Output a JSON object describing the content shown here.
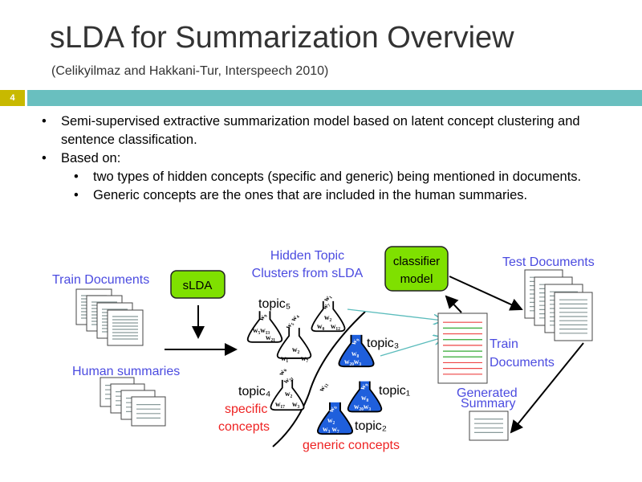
{
  "slide": {
    "title": "sLDA for Summarization Overview",
    "subtitle": "(Celikyilmaz and Hakkani-Tur, Interspeech 2010)",
    "number": "4",
    "bullets": [
      {
        "level": 1,
        "text": "Semi-supervised extractive summarization model based on latent concept clustering and sentence classification."
      },
      {
        "level": 1,
        "text": "Based on:"
      },
      {
        "level": 2,
        "text": "two types of hidden concepts (specific and generic) being mentioned in documents."
      },
      {
        "level": 2,
        "text": "Generic concepts are the ones that are included in the human summaries."
      }
    ],
    "colors": {
      "title": "#333333",
      "slide_number_bg": "#c8b900",
      "header_bar": "#69bfbf",
      "label_blue": "#4b4be0",
      "label_red": "#ee2222",
      "box_green": "#7fe000",
      "flask_blue": "#1f5fdc",
      "link_teal": "#5bbcbc"
    }
  },
  "diagram": {
    "train_documents": "Train Documents",
    "human_summaries": "Human summaries",
    "slda": "sLDA",
    "hidden_topic_1": "Hidden Topic",
    "hidden_topic_2": "Clusters from sLDA",
    "classifier_1": "classifier",
    "classifier_2": "model",
    "test_documents": "Test Documents",
    "train_docs_1": "Train",
    "train_docs_2": "Documents",
    "generated_1": "Generated",
    "generated_2": "Summary",
    "specific_1": "specific",
    "specific_2": "concepts",
    "generic": "generic concepts",
    "topics": {
      "t5": "topic₅",
      "t3": "topic₃",
      "t1": "topic₁",
      "t2": "topic₂",
      "t4": "topic₄"
    },
    "words": {
      "a": [
        "w₉",
        "w₅w₁₃",
        "w₂₁"
      ],
      "b": [
        "w₁",
        "w₇",
        "w₂",
        "w₀",
        "w₁₂"
      ],
      "c": [
        "w₅ w₄",
        "w₂",
        "w₁",
        "w₇"
      ],
      "d": [
        "w₀",
        "w₃₁",
        "w₂",
        "w₁₇",
        "w₃"
      ],
      "e": [
        "w₉",
        "w₈",
        "w₂₀w₃"
      ],
      "f": [
        "w₉",
        "w₈",
        "w₂₀w₃"
      ],
      "g": [
        "w₁₁",
        "w₆",
        "w₂",
        "w₃ w₇"
      ]
    }
  }
}
